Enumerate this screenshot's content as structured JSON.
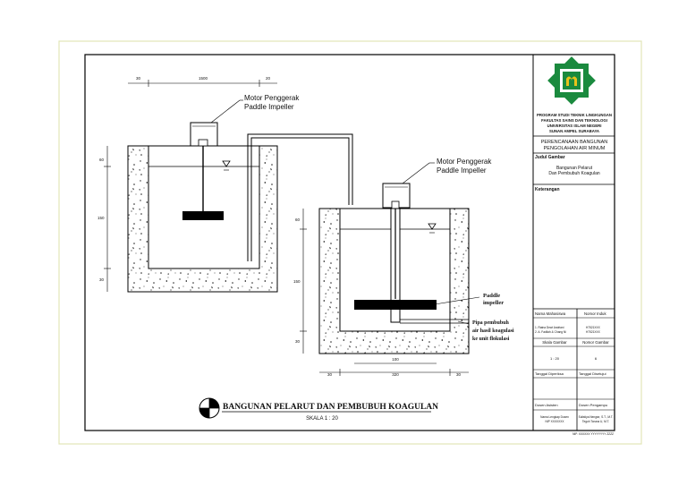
{
  "drawing": {
    "main_title": "BANGUNAN PELARUT DAN PEMBUBUH KOAGULAN",
    "scale": "SKALA 1 : 20"
  },
  "tank1": {
    "motor_label_line1": "Motor Penggerak",
    "motor_label_line2": "Paddle Impeller",
    "dims_top": [
      "30",
      "1500",
      "20"
    ],
    "dims_left": [
      "60",
      "150",
      "30"
    ]
  },
  "tank2": {
    "motor_label_line1": "Motor Penggerak",
    "motor_label_line2": "Paddle Impeller",
    "paddle_label_line1": "Paddle",
    "paddle_label_line2": "impeller",
    "pipe_label_line1": "Pipa pembubuh",
    "pipe_label_line2": "air hasil koagulasi",
    "pipe_label_line3": "ke unit flokulasi",
    "dims_left": [
      "60",
      "150",
      "30"
    ],
    "dims_bottom_top": "100",
    "dims_bottom": [
      "30",
      "320",
      "30"
    ]
  },
  "title_block": {
    "institution": [
      "PROGRAM STUDI TEKNIK LINGKUNGAN",
      "FAKULTAS SAINS DAN TEKNOLOGI",
      "UNIVERSITAS ISLAM NEGERI",
      "SUNAN AMPEL SURABAYA"
    ],
    "project": [
      "PERENCANAAN BANGUNAN",
      "PENGOLAHAN AIR MINUM"
    ],
    "judul_label": "Judul Gambar",
    "judul": [
      "Bangunan Pelarut",
      "Dan Pembubuh Koagulan"
    ],
    "keterangan_label": "Keterangan",
    "nama_label": "Nama Mahasiswa",
    "nim_label": "Nomor Induk",
    "students": [
      "1.  Ratna Dewi Andriani",
      "2.  A. Fadilah & Chang Ni"
    ],
    "nims": [
      "H7521XXX",
      "H7521XXX"
    ],
    "skala_label": "Skala Gambar",
    "skala_value": "1 : 20",
    "nomor_label": "Nomor Gambar",
    "nomor_value": "6",
    "tgl_diperiksa_label": "Tanggal Diperiksa",
    "tgl_disetujui_label": "Tanggal Disetujui",
    "dosen_label": "Dosen Asisten",
    "dosen_pengampu_label": "Dosen Pengampu",
    "dosen_name": [
      "Nama Lengkap Dosen",
      "NIP XXXXXXX"
    ],
    "pengampu_name": [
      "Sulistiya Nengse, S.T., M.T.",
      "Teguh Taruna U, M.T."
    ],
    "footer": "NIP. XXXXXX YYYYYYYY ZZZZ"
  },
  "colors": {
    "outer_border": "#e8ecc0",
    "logo_green": "#1a8a3e",
    "logo_yellow": "#e8c21a",
    "line": "#000000"
  }
}
